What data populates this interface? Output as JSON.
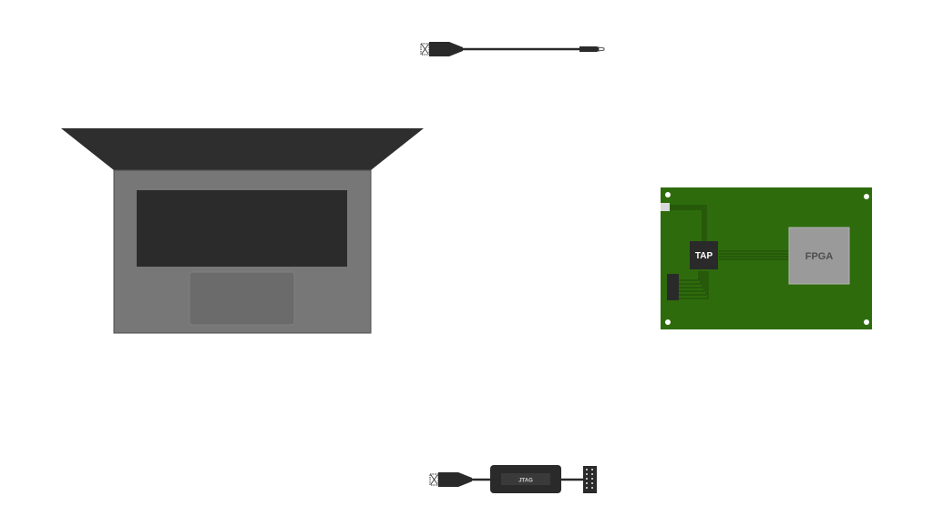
{
  "scene": {
    "background": "#ffffff"
  },
  "laptop": {
    "name": "laptop",
    "colors": {
      "lid": "#2e2e2e",
      "base": "#777777",
      "screen": "#2b2b2b",
      "touchpad": "#6b6b6b"
    }
  },
  "usb_cable": {
    "name": "usb-micro-cable",
    "color": "#2a2a2a"
  },
  "board": {
    "name": "fpga-board",
    "colors": {
      "pcb": "#2e6b0c",
      "chip_tap": "#2a2a2a",
      "chip_fpga": "#9a9a9a",
      "connector": "#2a2a2a",
      "trace": "#1f4a08",
      "mount_hole": "#ffffff"
    },
    "tap_label": "TAP",
    "fpga_label": "FPGA"
  },
  "jtag_cable": {
    "name": "jtag-adapter-cable",
    "color": "#2a2a2a",
    "label": "JTAG"
  }
}
